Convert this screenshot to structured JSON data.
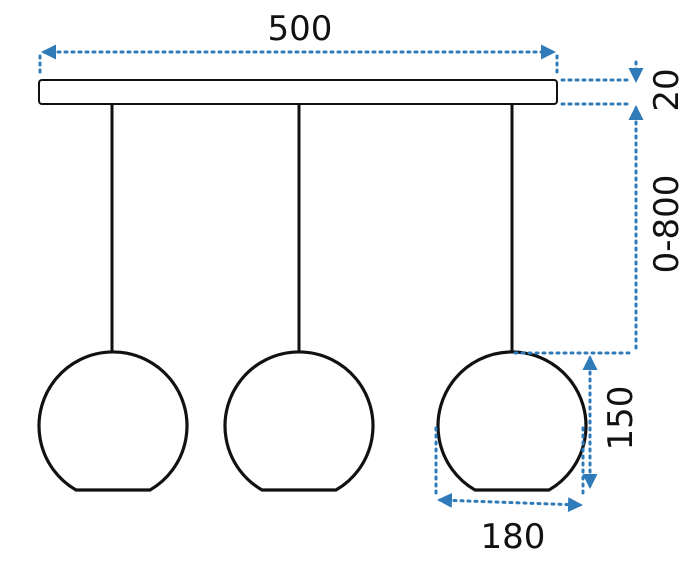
{
  "dimensions": {
    "width_total": "500",
    "canopy_height": "20",
    "cable_length": "0-800",
    "shade_height": "150",
    "shade_diameter": "180"
  },
  "colors": {
    "lamp": "#111111",
    "dimension": "#2f7ab8",
    "background": "#ffffff"
  }
}
